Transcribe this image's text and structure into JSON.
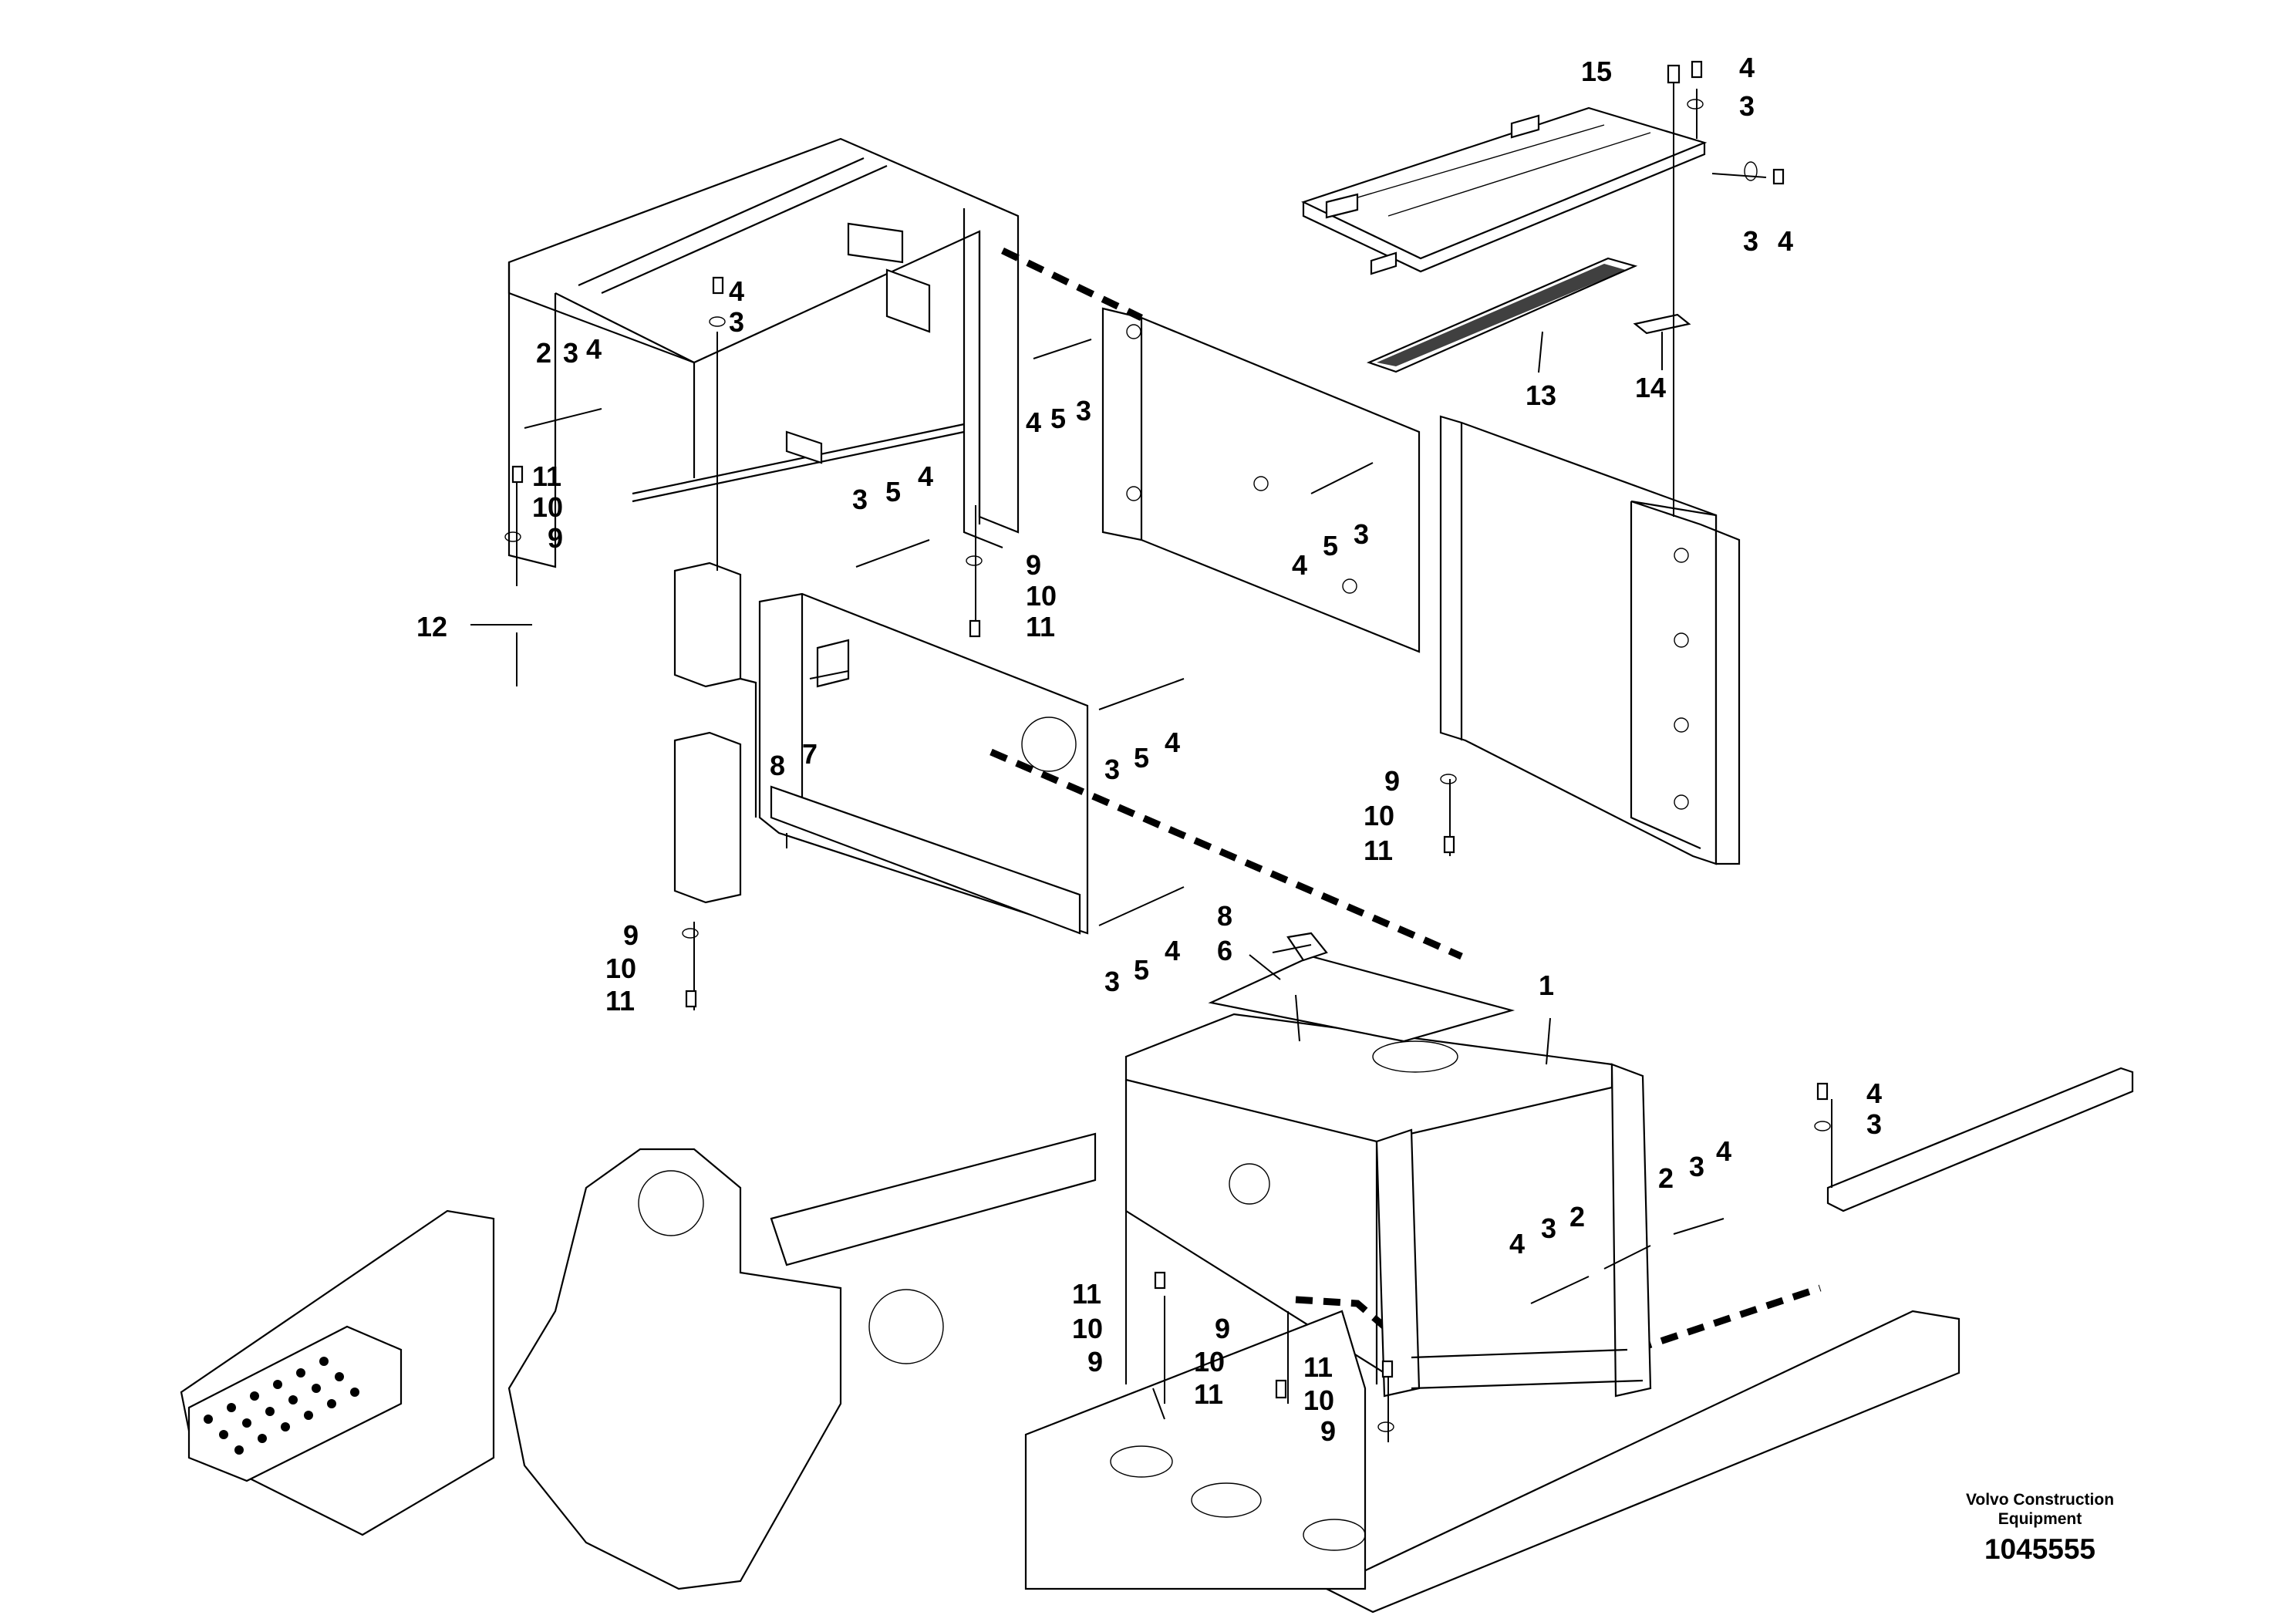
{
  "diagram": {
    "callouts": [
      "15",
      "4",
      "3",
      "3",
      "4",
      "13",
      "14",
      "4",
      "3",
      "2",
      "3",
      "4",
      "4",
      "5",
      "3",
      "11",
      "10",
      "9",
      "3",
      "5",
      "4",
      "9",
      "10",
      "11",
      "12",
      "4",
      "5",
      "3",
      "8",
      "7",
      "3",
      "5",
      "4",
      "9",
      "10",
      "11",
      "9",
      "10",
      "11",
      "3",
      "5",
      "4",
      "8",
      "6",
      "1",
      "4",
      "3",
      "2",
      "3",
      "4",
      "4",
      "3",
      "2",
      "11",
      "10",
      "9",
      "9",
      "10",
      "11",
      "11",
      "10",
      "9"
    ]
  },
  "footer": {
    "brand_line1": "Volvo Construction",
    "brand_line2": "Equipment",
    "drawing_number": "1045555"
  }
}
